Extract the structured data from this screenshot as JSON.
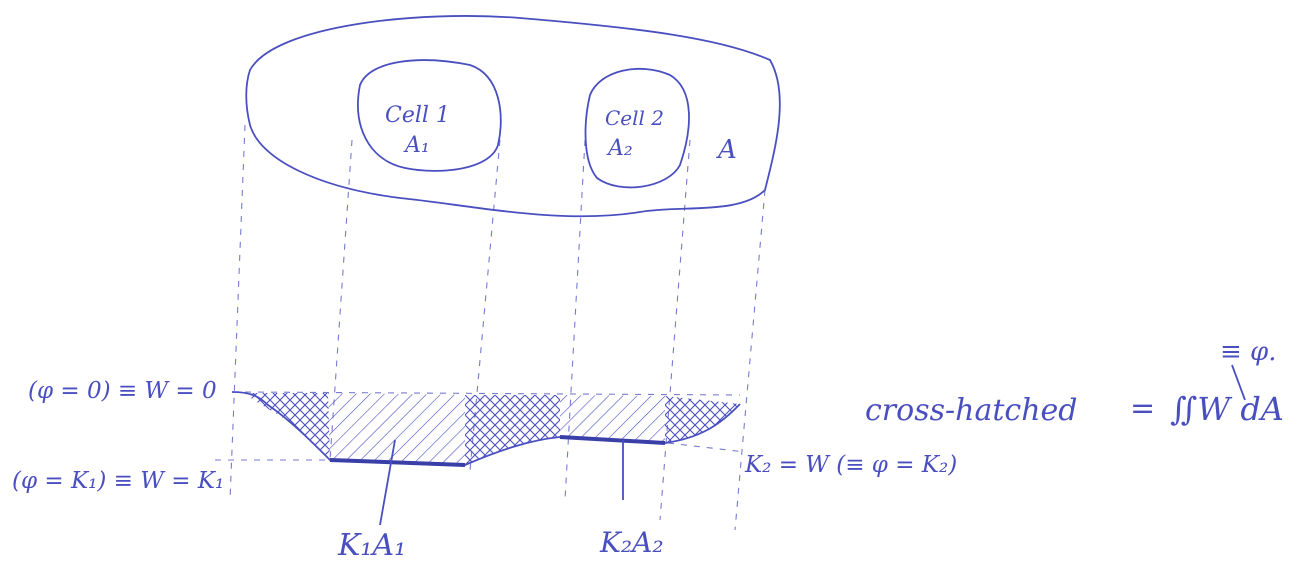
{
  "diagram": {
    "region_label": "A",
    "cell1": {
      "name": "Cell 1",
      "area": "A₁"
    },
    "cell2": {
      "name": "Cell 2",
      "area": "A₂"
    },
    "level_zero_label": "(φ = 0) ≡ W = 0",
    "level_k1_label": "(φ = K₁) ≡ W = K₁",
    "level_k2_label": "K₂ = W (≡ φ = K₂)",
    "k1a1_label": "K₁A₁",
    "k2a2_label": "K₂A₂",
    "crosshatched_label": "cross-hatched",
    "equals_sign": "=",
    "integral_label": "∬W dA",
    "phi_annotation": "≡ φ."
  },
  "colors": {
    "ink": "#4a4fc0",
    "background": "#ffffff"
  }
}
